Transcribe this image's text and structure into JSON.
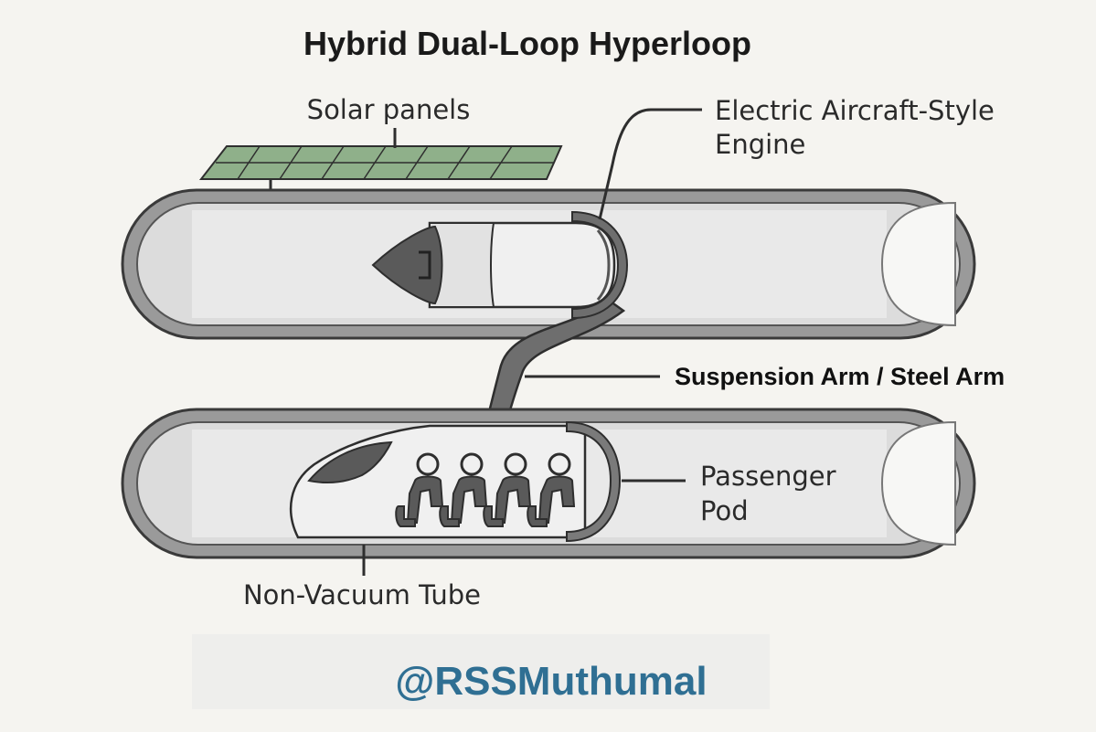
{
  "title": "Hybrid Dual-Loop Hyperloop",
  "labels": {
    "solar_panels": "Solar panels",
    "engine_line1": "Electric Aircraft-Style",
    "engine_line2": "Engine",
    "suspension_arm": "Suspension Arm / Steel Arm",
    "passenger_line1": "Passenger",
    "passenger_line2": "Pod",
    "tube": "Non-Vacuum Tube"
  },
  "watermark": "@RSSMuthumal",
  "colors": {
    "background": "#f5f4f0",
    "tube_shell": "#8a8a8a",
    "tube_interior": "#dcdcdc",
    "solar_panel": "#8fb08a",
    "watermark": "#2f6f93"
  },
  "icons": [
    "solar-panel-icon",
    "engine-icon",
    "passenger-icon"
  ],
  "passenger_count": 4
}
